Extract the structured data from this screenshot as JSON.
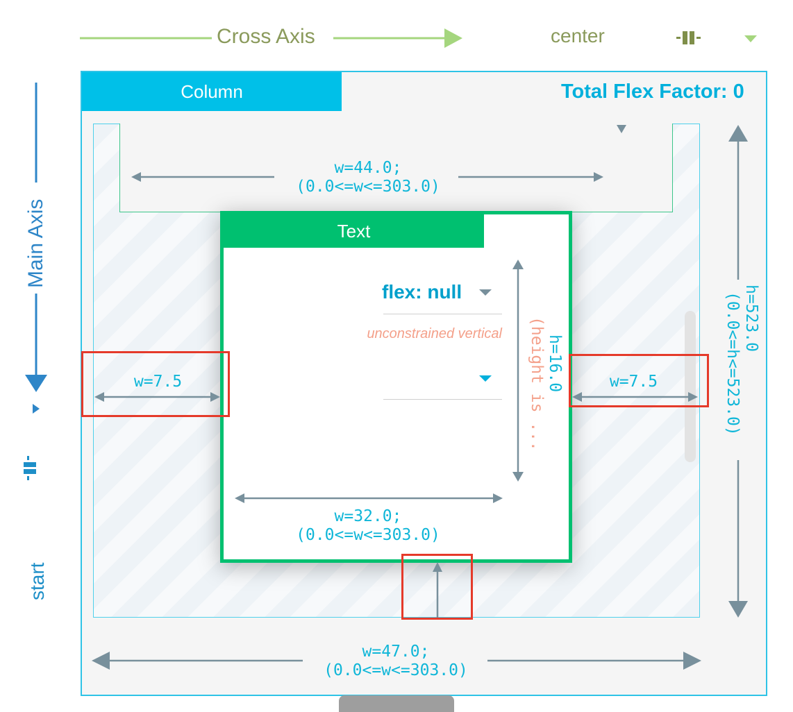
{
  "header": {
    "cross_axis_label": "Cross Axis",
    "cross_axis_alignment": "center",
    "alignment_icon": "align-center-icon"
  },
  "side": {
    "main_axis_label": "Main Axis",
    "main_axis_alignment": "start",
    "alignment_icon": "align-start-icon"
  },
  "container": {
    "title": "Column",
    "total_flex_factor": "Total Flex Factor: 0",
    "height_label": "h=523.0",
    "height_constraint": "(0.0<=h<=523.0)",
    "width_label": "w=47.0;",
    "width_constraint": "(0.0<=w<=303.0)"
  },
  "top_child": {
    "width_label": "w=44.0;",
    "width_constraint": "(0.0<=w<=303.0)"
  },
  "text_child": {
    "title": "Text",
    "flex_value": "flex: null",
    "fit_note": "unconstrained vertical",
    "height_label": "h=16.0",
    "height_note": "(height is ...",
    "width_label": "w=32.0;",
    "width_constraint": "(0.0<=w<=303.0)"
  },
  "spacing": {
    "left": "w=7.5",
    "right": "w=7.5"
  },
  "colors": {
    "accent": "#00c0e8",
    "text_green": "#00c070",
    "arrow": "#78909c",
    "highlight": "#e53a2a"
  }
}
